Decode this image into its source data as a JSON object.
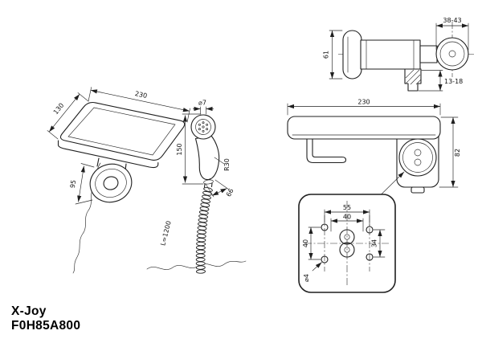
{
  "product": {
    "name": "X-Joy",
    "code": "F0H85A800"
  },
  "views": {
    "isometric": {
      "dim_width": "230",
      "dim_depth": "130",
      "dim_nozzle": "⌀7",
      "dim_sprayer_height": "150",
      "dim_radius": "R30",
      "dim_grip": "66",
      "dim_body": "95",
      "hose_length": "L=1200"
    },
    "side": {
      "dim_depth_range": "38-43",
      "dim_height": "61",
      "dim_outlet_range": "13-18"
    },
    "front": {
      "dim_width": "230",
      "dim_height": "82"
    },
    "mounting": {
      "dim_outer": "55",
      "dim_inner": "40",
      "dim_left": "40",
      "dim_right": "34",
      "dim_hole": "⌀4"
    }
  }
}
